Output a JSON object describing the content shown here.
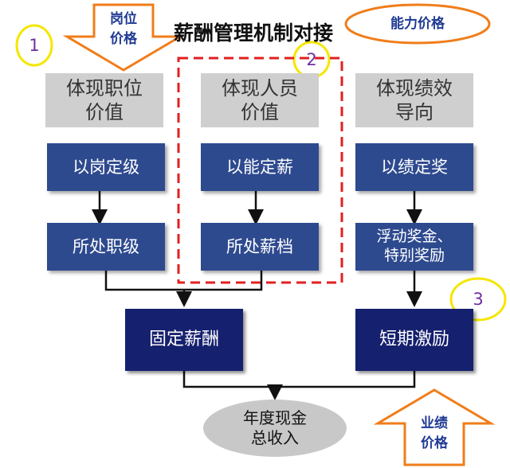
{
  "title": "薪酬管理机制对接",
  "top_left_arrow": {
    "label": "岗位\n价格"
  },
  "top_right_oval": {
    "label": "能力价格"
  },
  "bottom_right_arrow": {
    "label": "业绩\n价格"
  },
  "markers": [
    "1",
    "2",
    "3"
  ],
  "columns": [
    {
      "header": "体现职位\n价值",
      "step1": "以岗定级",
      "step2": "所处职级"
    },
    {
      "header": "体现人员\n价值",
      "step1": "以能定薪",
      "step2": "所处薪档"
    },
    {
      "header": "体现绩效\n导向",
      "step1": "以绩定奖",
      "step2": "浮动奖金、\n特别奖励"
    }
  ],
  "fixed_pay": "固定薪酬",
  "short_term_incentive": "短期激励",
  "total_cash": "年度现金\n总收入",
  "colors": {
    "gray": "#cfcfcf",
    "blue": "#2e4a8f",
    "navy": "#15206e",
    "orange": "#f07d1a",
    "yellow": "#f5e600",
    "red": "#e02020"
  }
}
